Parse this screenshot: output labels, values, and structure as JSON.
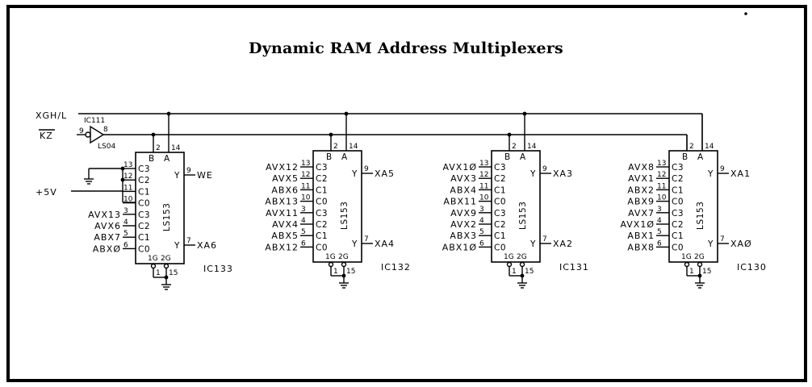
{
  "title": "Dynamic RAM Address Multiplexers",
  "signals": {
    "bus_a": "XGH/L",
    "bus_b": "KZ",
    "supply": "+5V"
  },
  "inverter": {
    "ref": "IC111",
    "part": "LS04",
    "pin_in": "9",
    "pin_out": "8"
  },
  "chip_common": {
    "part": "LS153",
    "select_pins": [
      "2",
      "14"
    ],
    "select_labels": [
      "B",
      "A"
    ],
    "strobe_labels": [
      "1G",
      "2G"
    ],
    "strobe_pins": [
      "1",
      "15"
    ],
    "out_labels": [
      "Y",
      "Y"
    ],
    "out_pins": [
      "9",
      "7"
    ],
    "in_pins": [
      "13",
      "12",
      "11",
      "10",
      "3",
      "4",
      "5",
      "6"
    ],
    "in_labels": [
      "C3",
      "C2",
      "C1",
      "C0",
      "C3",
      "C2",
      "C1",
      "C0"
    ]
  },
  "chips": [
    {
      "ref": "IC133",
      "inputs": [
        "",
        "",
        "",
        "",
        "AVX13",
        "AVX6",
        "ABX7",
        "ABXØ"
      ],
      "outputs": [
        "WE",
        "XA6"
      ]
    },
    {
      "ref": "IC132",
      "inputs": [
        "AVX12",
        "AVX5",
        "ABX6",
        "ABX13",
        "AVX11",
        "AVX4",
        "ABX5",
        "ABX12"
      ],
      "outputs": [
        "XA5",
        "XA4"
      ]
    },
    {
      "ref": "IC131",
      "inputs": [
        "AVX1Ø",
        "AVX3",
        "ABX4",
        "ABX11",
        "AVX9",
        "AVX2",
        "ABX3",
        "ABX1Ø"
      ],
      "outputs": [
        "XA3",
        "XA2"
      ]
    },
    {
      "ref": "IC130",
      "inputs": [
        "AVX8",
        "AVX1",
        "ABX2",
        "ABX9",
        "AVX7",
        "AVX1Ø",
        "ABX1",
        "ABX8"
      ],
      "outputs": [
        "XA1",
        "XAØ"
      ]
    }
  ]
}
